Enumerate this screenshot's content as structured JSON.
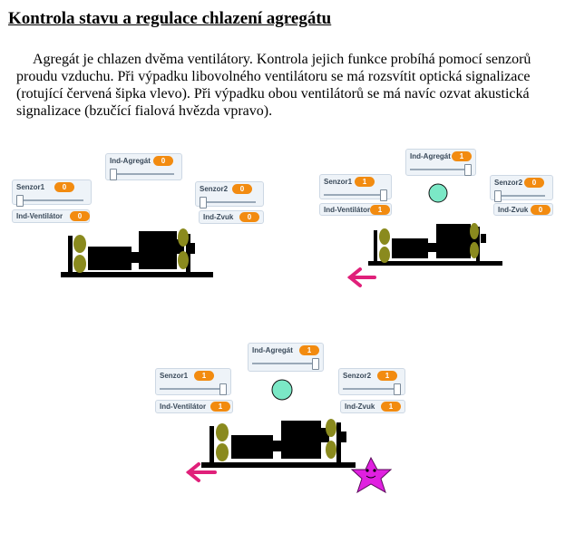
{
  "heading": "Kontrola stavu a regulace chlazení agregátu",
  "paragraph": "Agregát je chlazen dvěma ventilátory. Kontrola jejich funkce probíhá pomocí senzorů proudu vzduchu. Při výpadku libovolného ventilátoru se má rozsvítit optická signalizace (rotující červená šipka vlevo). Při výpadku obou ventilátorů se má navíc ozvat akustická signalizace (bzučící fialová hvězda vpravo).",
  "scenes": [
    {
      "ind_agregat": {
        "label": "Ind-Agregát",
        "value": "0"
      },
      "senzor1": {
        "label": "Senzor1",
        "value": "0"
      },
      "senzor2": {
        "label": "Senzor2",
        "value": "0"
      },
      "ind_ventilator": {
        "label": "Ind-Ventilátor",
        "value": "0"
      },
      "ind_zvuk": {
        "label": "Ind-Zvuk",
        "value": "0"
      }
    },
    {
      "ind_agregat": {
        "label": "Ind-Agregát",
        "value": "1"
      },
      "senzor1": {
        "label": "Senzor1",
        "value": "1"
      },
      "senzor2": {
        "label": "Senzor2",
        "value": "0"
      },
      "ind_ventilator": {
        "label": "Ind-Ventilátor",
        "value": "1"
      },
      "ind_zvuk": {
        "label": "Ind-Zvuk",
        "value": "0"
      }
    },
    {
      "ind_agregat": {
        "label": "Ind-Agregát",
        "value": "1"
      },
      "senzor1": {
        "label": "Senzor1",
        "value": "1"
      },
      "senzor2": {
        "label": "Senzor2",
        "value": "1"
      },
      "ind_ventilator": {
        "label": "Ind-Ventilátor",
        "value": "1"
      },
      "ind_zvuk": {
        "label": "Ind-Zvuk",
        "value": "1"
      }
    }
  ],
  "colors": {
    "value_badge": "#f28b10",
    "arrow": "#e0207a",
    "circle_fill": "#7be8c6",
    "star": "#e020e0",
    "fan": "#8a8a1e",
    "machine": "#000000"
  },
  "icons": [
    "red-arrow-left-icon",
    "status-circle-icon",
    "purple-star-icon",
    "fan-icon"
  ]
}
